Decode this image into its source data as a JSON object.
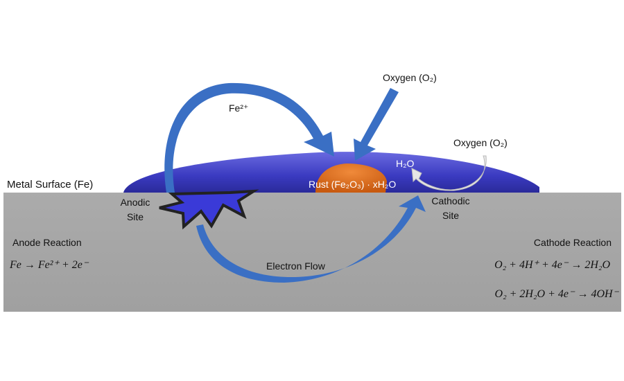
{
  "labels": {
    "metal_surface": "Metal Surface (Fe)",
    "fe_ion": "Fe²⁺",
    "oxygen_top": "Oxygen (O₂)",
    "oxygen_right": "Oxygen (O₂)",
    "water": "H₂O",
    "rust": "Rust (Fe₂O₃) · xH₂O",
    "anodic_site": "Anodic\nSite",
    "cathodic_site": "Cathodic\nSite",
    "electron_flow": "Electron Flow",
    "anode_reaction_title": "Anode Reaction",
    "anode_equation": "Fe → Fe²⁺ + 2e⁻",
    "cathode_reaction_title": "Cathode Reaction",
    "cathode_equation_1": "O₂ + 4H⁺ + 4e⁻  → 2H₂O",
    "cathode_equation_2": "O₂ + 2H₂O + 4e⁻  → 4OH⁻"
  },
  "colors": {
    "metal": "#a6a6a6",
    "droplet": "#4040c8",
    "arrow": "#3a6fc4",
    "rust": "#e0701f",
    "star": "#3a3ad8"
  }
}
